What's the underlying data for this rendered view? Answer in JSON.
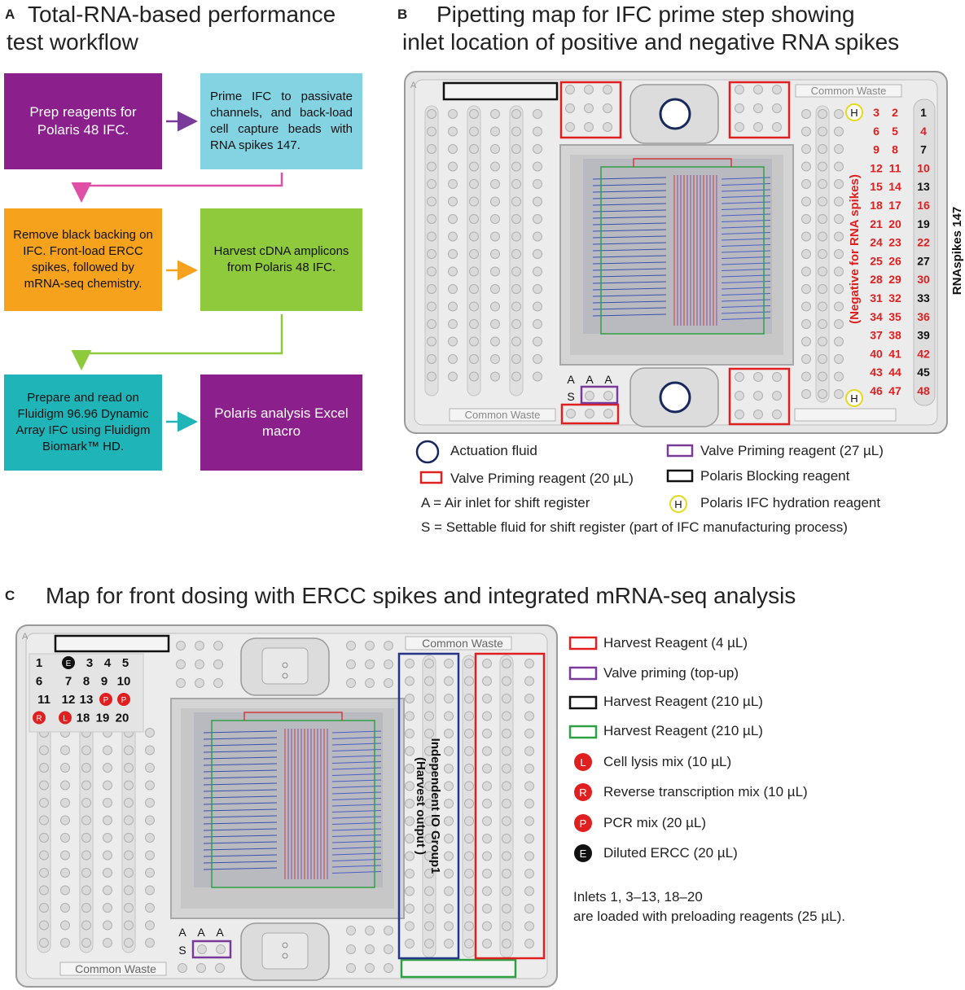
{
  "panelA": {
    "letter": "A",
    "title_line1": "Total-RNA-based performance",
    "title_line2": "test workflow",
    "steps": [
      "Prep reagents for Polaris 48 IFC.",
      "Prime IFC to passivate channels, and back-load cell capture beads with RNA spikes 147.",
      "Remove black backing on IFC. Front-load ERCC spikes, followed by mRNA-seq chemistry.",
      "Harvest cDNA amplicons from Polaris 48 IFC.",
      "Prepare and read on Fluidigm 96.96 Dynamic Array IFC using Fluidigm Biomark™ HD.",
      "Polaris analysis Excel macro"
    ],
    "colors": {
      "purple": "#8b1f8b",
      "cyan": "#84d3e3",
      "orange": "#f6a21d",
      "green": "#8fc93c",
      "teal": "#1fb5b8",
      "pink": "#e04fa6"
    }
  },
  "panelB": {
    "letter": "B",
    "title_line1": "Pipetting map for IFC prime step showing",
    "title_line2": "inlet location of positive and negative RNA spikes",
    "chip_letter": "A",
    "common_waste_top": "Common Waste",
    "common_waste_bottom": "Common Waste",
    "air_label": "A",
    "settable_label": "S",
    "hydration_label": "H",
    "negative_label": "(Negative for RNA spikes)",
    "rna_spikes_label": "RNAspikes 147",
    "inlet_rows": [
      [
        "3",
        "2",
        "1"
      ],
      [
        "6",
        "5",
        "4"
      ],
      [
        "9",
        "8",
        "7"
      ],
      [
        "12",
        "11",
        "10"
      ],
      [
        "15",
        "14",
        "13"
      ],
      [
        "18",
        "17",
        "16"
      ],
      [
        "21",
        "20",
        "19"
      ],
      [
        "24",
        "23",
        "22"
      ],
      [
        "25",
        "26",
        "27"
      ],
      [
        "28",
        "29",
        "30"
      ],
      [
        "31",
        "32",
        "33"
      ],
      [
        "34",
        "35",
        "36"
      ],
      [
        "37",
        "38",
        "39"
      ],
      [
        "40",
        "41",
        "42"
      ],
      [
        "43",
        "44",
        "45"
      ],
      [
        "46",
        "47",
        "48"
      ]
    ],
    "black_inlets": [
      "1",
      "7",
      "13",
      "19",
      "27",
      "33",
      "39",
      "45"
    ],
    "legend": {
      "actuation": "Actuation fluid",
      "valve20": "Valve Priming reagent (20 µL)",
      "valve27": "Valve Priming reagent (27 µL)",
      "blocking": "Polaris Blocking reagent",
      "air_def": "A = Air inlet for shift register",
      "hydration": "Polaris IFC hydration reagent",
      "settable_def": "S = Settable fluid for shift register (part of IFC manufacturing process)"
    }
  },
  "panelC": {
    "letter": "C",
    "title": "Map for front dosing with ERCC spikes and integrated mRNA-seq analysis",
    "chip_letter": "A",
    "common_waste_top": "Common Waste",
    "common_waste_bottom": "Common Waste",
    "air_label": "A",
    "settable_label": "S",
    "group_label_line1": "Independent IO Group1",
    "group_label_line2": "(Harvest output )",
    "inlet_rows": [
      [
        "1",
        "E",
        "3",
        "4",
        "5"
      ],
      [
        "6",
        "7",
        "8",
        "9",
        "10"
      ],
      [
        "11",
        "12",
        "13",
        "P",
        "P"
      ],
      [
        "R",
        "L",
        "18",
        "19",
        "20"
      ]
    ],
    "legend": {
      "harvest4": "Harvest Reagent (4 µL)",
      "valve_topup": "Valve priming (top-up)",
      "harvest210_black": "Harvest Reagent (210 µL)",
      "harvest210_green": "Harvest Reagent (210 µL)",
      "lysis_symbol": "L",
      "lysis": "Cell lysis mix (10 µL)",
      "rt_symbol": "R",
      "rt": "Reverse transcription mix (10 µL)",
      "pcr_symbol": "P",
      "pcr": "PCR mix (20 µL)",
      "ercc_symbol": "E",
      "ercc": "Diluted ERCC (20 µL)",
      "note_line1": "Inlets 1, 3–13, 18–20",
      "note_line2": "are loaded with preloading reagents (25 µL)."
    }
  }
}
